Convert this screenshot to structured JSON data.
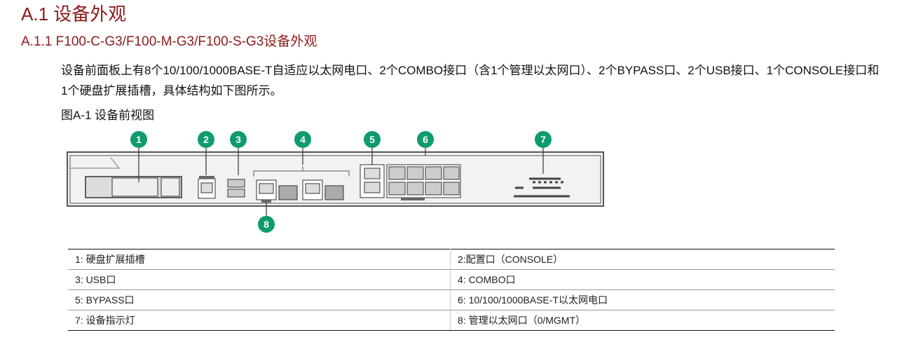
{
  "heading1": "A.1  设备外观",
  "heading2": "A.1.1  F100-C-G3/F100-M-G3/F100-S-G3设备外观",
  "paragraph": "设备前面板上有8个10/100/1000BASE-T自适应以太网电口、2个COMBO接口（含1个管理以太网口）、2个BYPASS口、2个USB接口、1个CONSOLE接口和1个硬盘扩展插槽，具体结构如下图所示。",
  "figure_caption": "图A-1 设备前视图",
  "callouts": [
    "1",
    "2",
    "3",
    "4",
    "5",
    "6",
    "7",
    "8"
  ],
  "callout_color": "#0e9b6f",
  "legend": [
    [
      "1: 硬盘扩展插槽",
      "2:配置口（CONSOLE）"
    ],
    [
      "3: USB口",
      "4: COMBO口"
    ],
    [
      "5: BYPASS口",
      "6: 10/100/1000BASE-T以太网电口"
    ],
    [
      "7: 设备指示灯",
      "8: 管理以太网口（0/MGMT）"
    ]
  ]
}
